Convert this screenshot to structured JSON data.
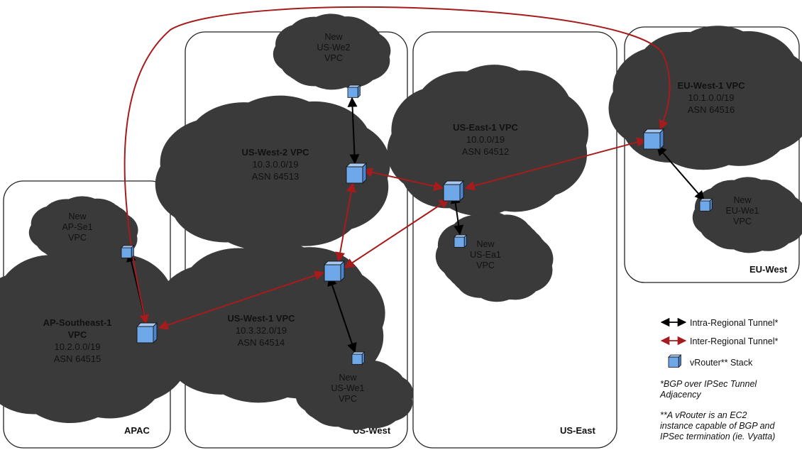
{
  "regions": {
    "apac": "APAC",
    "us_west": "US-West",
    "us_east": "US-East",
    "eu_west": "EU-West"
  },
  "vpcs": {
    "ap_southeast_1": {
      "title_line1": "AP-Southeast-1",
      "title_line2": "VPC",
      "cidr": "10.2.0.0/19",
      "asn": "ASN 64515"
    },
    "us_west_2": {
      "title": "US-West-2 VPC",
      "cidr": "10.3.0.0/19",
      "asn": "ASN 64513"
    },
    "us_west_1": {
      "title": "US-West-1 VPC",
      "cidr": "10.3.32.0/19",
      "asn": "ASN 64514"
    },
    "us_east_1": {
      "title": "US-East-1 VPC",
      "cidr": "10.0.0/19",
      "asn": "ASN 64512"
    },
    "eu_west_1": {
      "title": "EU-West-1 VPC",
      "cidr": "10.1.0.0/19",
      "asn": "ASN 64516"
    }
  },
  "new_vpcs": {
    "ap_se1": {
      "line1": "New",
      "line2": "AP-Se1",
      "line3": "VPC"
    },
    "us_we2": {
      "line1": "New",
      "line2": "US-We2",
      "line3": "VPC"
    },
    "us_we1": {
      "line1": "New",
      "line2": "US-We1",
      "line3": "VPC"
    },
    "us_ea1": {
      "line1": "New",
      "line2": "US-Ea1",
      "line3": "VPC"
    },
    "eu_we1": {
      "line1": "New",
      "line2": "EU-We1",
      "line3": "VPC"
    }
  },
  "legend": {
    "intra": "Intra-Regional Tunnel*",
    "inter": "Inter-Regional Tunnel*",
    "vrouter": "vRouter** Stack",
    "note1_line1": "*BGP over IPSec Tunnel",
    "note1_line2": "Adjacency",
    "note2_line1": "**A vRouter is an EC2",
    "note2_line2": "instance capable of BGP and",
    "note2_line3": "IPSec termination (ie. Vyatta)"
  },
  "colors": {
    "apac_cloud": "#e8a598",
    "us_west_2_cloud": "#d9d2e9",
    "us_west_1_cloud": "#fde9b8",
    "us_east_cloud": "#c2d6f2",
    "eu_west_cloud": "#d9ead3",
    "intra_tunnel": "#000000",
    "inter_tunnel": "#a61c1c",
    "vrouter": "#6fa8e8"
  }
}
